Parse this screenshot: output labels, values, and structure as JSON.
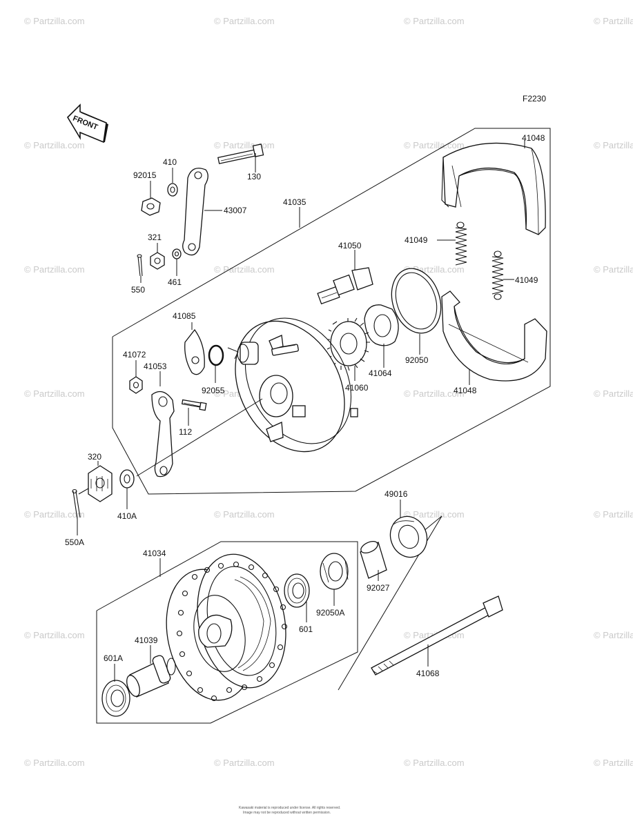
{
  "figure_code": "F2230",
  "front_label": "FRONT",
  "watermark_text": "© Partzilla.com",
  "footer_lines": [
    "Kawasaki material is reproduced under license. All rights reserved.",
    "Image may not be reproduced without written permission."
  ],
  "parts": {
    "p130": "130",
    "p410": "410",
    "p92015": "92015",
    "p43007": "43007",
    "p41035": "41035",
    "p41048_top": "41048",
    "p41048_bottom": "41048",
    "p321": "321",
    "p461": "461",
    "p550": "550",
    "p41050": "41050",
    "p41049_left": "41049",
    "p41049_right": "41049",
    "p41085": "41085",
    "p41072": "41072",
    "p41053": "41053",
    "p92055": "92055",
    "p112": "112",
    "p41060": "41060",
    "p41064": "41064",
    "p92050": "92050",
    "p320": "320",
    "p410A": "410A",
    "p550A": "550A",
    "p49016": "49016",
    "p92027": "92027",
    "p41034": "41034",
    "p601": "601",
    "p92050A": "92050A",
    "p41039": "41039",
    "p601A": "601A",
    "p41068": "41068"
  },
  "colors": {
    "ink": "#111111",
    "watermark": "#c9c9c9",
    "background": "#ffffff"
  }
}
